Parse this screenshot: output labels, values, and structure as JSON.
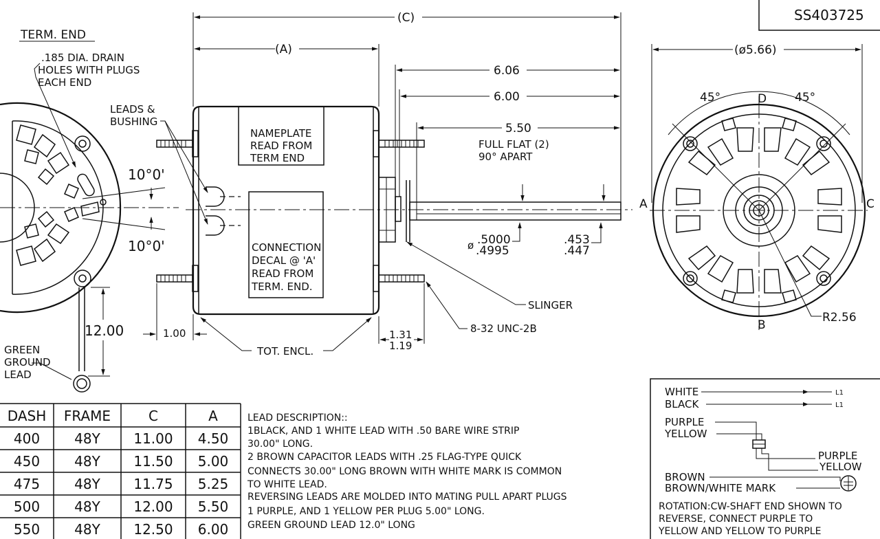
{
  "part_number": "SS403725",
  "labels": {
    "term_end": "TERM. END",
    "drain_1": ".185 DIA. DRAIN",
    "drain_2": "HOLES WITH PLUGS",
    "drain_3": "EACH END",
    "leads_1": "LEADS &",
    "leads_2": "BUSHING",
    "angle_top": "10°0'",
    "angle_bottom": "10°0'",
    "dim_12": "12.00",
    "dim_100": "1.00",
    "green_1": "GREEN",
    "green_2": "GROUND",
    "green_3": "LEAD",
    "dim_c": "(C)",
    "dim_a": "(A)",
    "nameplate_1": "NAMEPLATE",
    "nameplate_2": "READ FROM",
    "nameplate_3": "TERM END",
    "conn_1": "CONNECTION",
    "conn_2": "DECAL @ 'A'",
    "conn_3": "READ FROM",
    "conn_4": "TERM. END.",
    "tot_encl": "TOT. ENCL.",
    "dim_131": "1.31",
    "dim_119": "1.19",
    "thread": "8-32 UNC-2B",
    "slinger": "SLINGER",
    "dim_606": "6.06",
    "dim_600": "6.00",
    "dim_550": "5.50",
    "flat_1": "FULL FLAT (2)",
    "flat_2": "90° APART",
    "shaft_dia_prefix": "ø",
    "shaft_dia_1": ".5000",
    "shaft_dia_2": ".4995",
    "flat_dim_1": ".453",
    "flat_dim_2": ".447",
    "dim_566": "(ø5.66)",
    "angle_45_left": "45°",
    "angle_45_right": "45°",
    "pt_d": "D",
    "pt_a": "A",
    "pt_c": "C",
    "pt_b": "B",
    "r256": "R2.56"
  },
  "dash_table": {
    "headers": [
      "DASH",
      "FRAME",
      "C",
      "A"
    ],
    "rows": [
      [
        "400",
        "48Y",
        "11.00",
        "4.50"
      ],
      [
        "450",
        "48Y",
        "11.50",
        "5.00"
      ],
      [
        "475",
        "48Y",
        "11.75",
        "5.25"
      ],
      [
        "500",
        "48Y",
        "12.00",
        "5.50"
      ],
      [
        "550",
        "48Y",
        "12.50",
        "6.00"
      ]
    ]
  },
  "lead_description": [
    "LEAD DESCRIPTION::",
    "1BLACK, AND 1 WHITE LEAD WITH .50 BARE WIRE STRIP",
    "30.00\" LONG.",
    "2 BROWN CAPACITOR LEADS WITH .25 FLAG-TYPE QUICK",
    "CONNECTS 30.00\" LONG BROWN WITH WHITE MARK IS COMMON",
    "TO WHITE LEAD.",
    "REVERSING LEADS ARE MOLDED INTO MATING PULL APART PLUGS",
    "1 PURPLE, AND 1 YELLOW PER PLUG  5.00\" LONG.",
    "GREEN GROUND LEAD 12.0\" LONG"
  ],
  "wiring": {
    "white": "WHITE",
    "black": "BLACK",
    "l1a": "L1",
    "l1b": "L1",
    "purple_left": "PURPLE",
    "yellow_left": "YELLOW",
    "purple_right": "PURPLE",
    "yellow_right": "YELLOW",
    "brown": "BROWN",
    "brown_white": "BROWN/WHITE MARK",
    "rotation": [
      "ROTATION:CW-SHAFT END SHOWN TO",
      "REVERSE, CONNECT PURPLE TO",
      "YELLOW AND YELLOW TO PURPLE"
    ]
  }
}
